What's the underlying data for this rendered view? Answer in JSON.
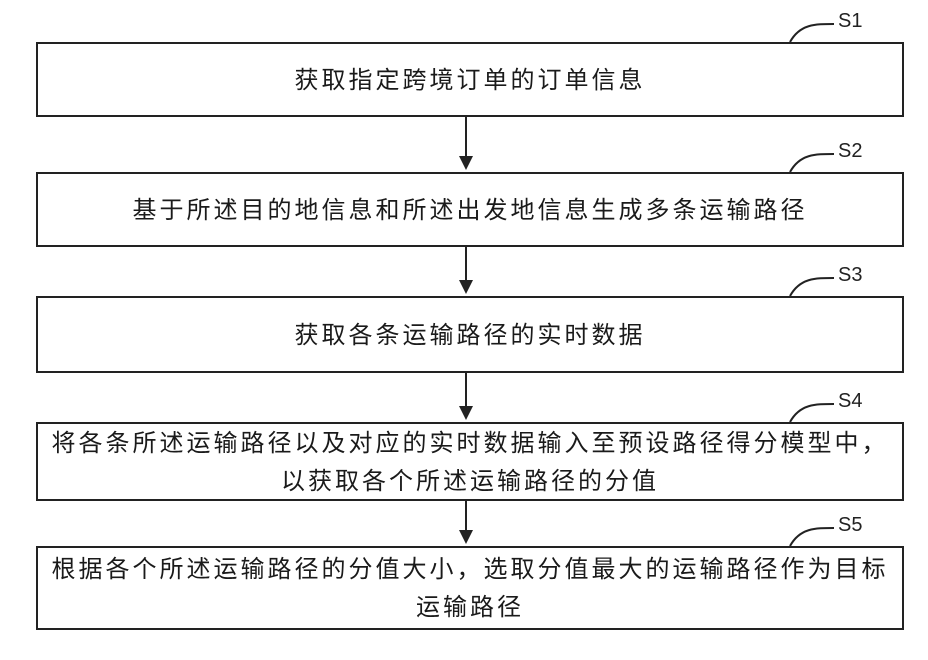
{
  "steps": [
    {
      "id": "S1",
      "text": "获取指定跨境订单的订单信息"
    },
    {
      "id": "S2",
      "text": "基于所述目的地信息和所述出发地信息生成多条运输路径"
    },
    {
      "id": "S3",
      "text": "获取各条运输路径的实时数据"
    },
    {
      "id": "S4",
      "text": "将各条所述运输路径以及对应的实时数据输入至预设路径得分模型中，以获取各个所述运输路径的分值"
    },
    {
      "id": "S5",
      "text": "根据各个所述运输路径的分值大小，选取分值最大的运输路径作为目标运输路径"
    }
  ]
}
